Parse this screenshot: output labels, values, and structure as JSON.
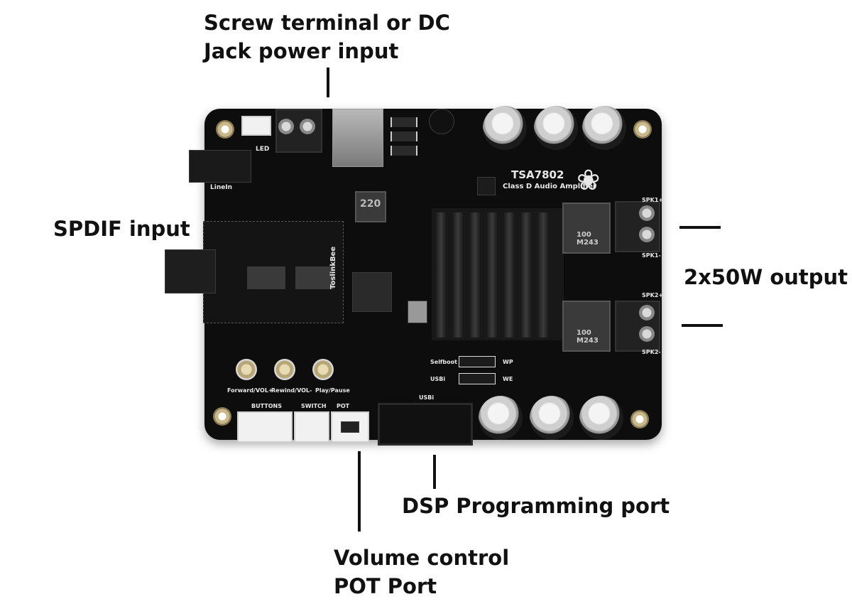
{
  "callouts": {
    "power": "Screw terminal or DC\nJack power input",
    "spdif": "SPDIF input",
    "output": "2x50W output",
    "dsp": "DSP Programming port",
    "pot": "Volume control\nPOT Port"
  },
  "board": {
    "model": "TSA7802",
    "subtitle": "Class D Audio Amplifier",
    "spk1_plus": "SPK1+",
    "spk1_minus": "SPK1-",
    "spk2_plus": "SPK2+",
    "spk2_minus": "SPK2-",
    "inductor_label": "220",
    "choke_label": "100\nM243",
    "led": "LED",
    "linein": "LineIn",
    "btn1": "Forward/VOL+",
    "btn2": "Rewind/VOL-",
    "btn3": "Play/Pause",
    "buttons_hdr": "BUTTONS",
    "switch_hdr": "SWITCH",
    "pot_hdr": "POT",
    "usbi": "USBi",
    "selfboot": "Selfboot",
    "usbi_jumper": "USBi",
    "wp": "WP",
    "we": "WE",
    "toslink": "ToslinkBee"
  },
  "colors": {
    "pcb": "#0d0d0d",
    "silkscreen": "#e8e8e8",
    "callout_text": "#111111"
  }
}
